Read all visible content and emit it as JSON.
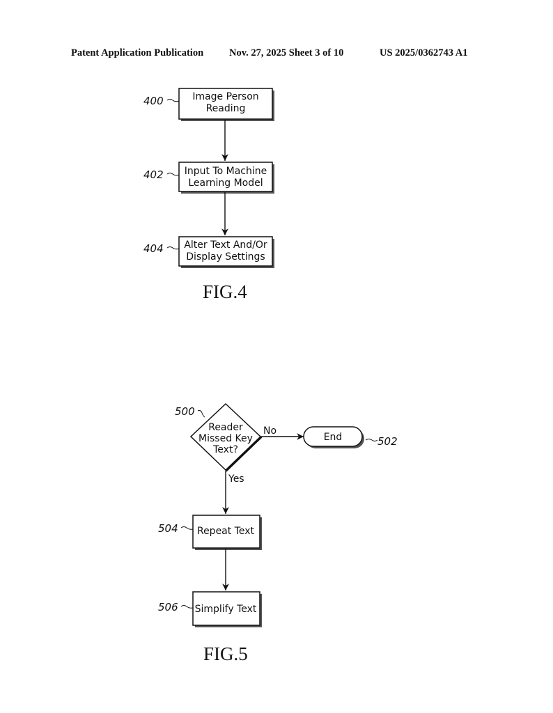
{
  "header": {
    "publication": "Patent Application Publication",
    "date_sheet": "Nov. 27, 2025  Sheet 3 of 10",
    "number": "US 2025/0362743 A1"
  },
  "fig4": {
    "caption": "FIG.4",
    "steps": [
      {
        "ref": "400",
        "lines": [
          "Image Person",
          "Reading"
        ]
      },
      {
        "ref": "402",
        "lines": [
          "Input To Machine",
          "Learning Model"
        ]
      },
      {
        "ref": "404",
        "lines": [
          "Alter Text And/Or",
          "Display Settings"
        ]
      }
    ]
  },
  "fig5": {
    "caption": "FIG.5",
    "decision": {
      "ref": "500",
      "lines": [
        "Reader",
        "Missed Key",
        "Text?"
      ]
    },
    "no_label": "No",
    "yes_label": "Yes",
    "end": {
      "ref": "502",
      "label": "End"
    },
    "steps": [
      {
        "ref": "504",
        "label": "Repeat Text"
      },
      {
        "ref": "506",
        "label": "Simplify Text"
      }
    ]
  }
}
